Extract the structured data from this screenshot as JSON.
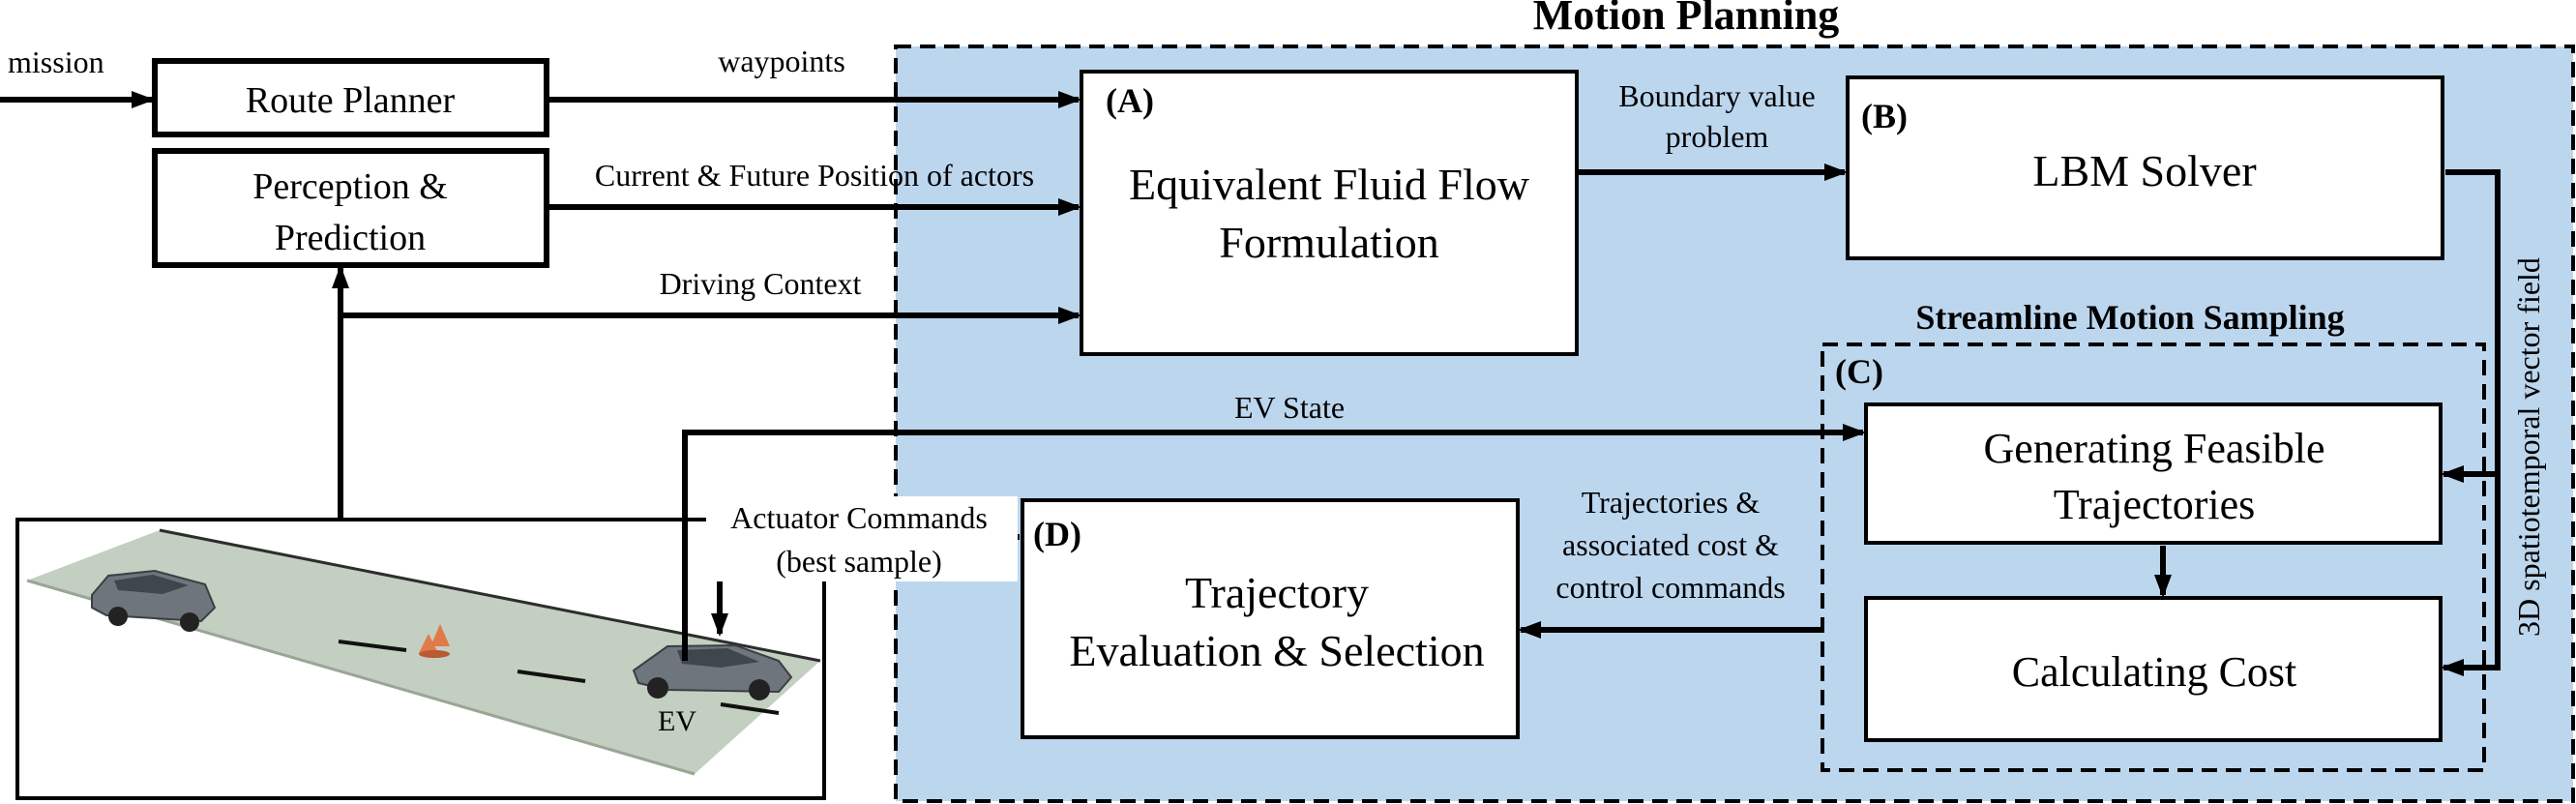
{
  "title": "Motion Planning",
  "subtitle": "Streamline Motion Sampling",
  "colors": {
    "panel_fill": "#bcd6ee",
    "line": "#000000",
    "road": "#c3cfc0",
    "car": "#6f757c",
    "cone": "#e07a4a"
  },
  "inputs": {
    "mission": "mission",
    "waypoints": "waypoints",
    "actors": "Current & Future Position of actors",
    "context": "Driving Context",
    "ev_state": "EV State",
    "actuator_line1": "Actuator Commands",
    "actuator_line2": "(best sample)"
  },
  "boxes": {
    "route_planner": "Route Planner",
    "perception_line1": "Perception &",
    "perception_line2": "Prediction",
    "fluid": {
      "tag": "(A)",
      "line1": "Equivalent Fluid Flow",
      "line2": "Formulation"
    },
    "lbm": {
      "tag": "(B)",
      "label": "LBM Solver"
    },
    "sampling": {
      "tag": "(C)"
    },
    "generating": {
      "line1": "Generating Feasible",
      "line2": "Trajectories"
    },
    "cost": {
      "label": "Calculating Cost"
    },
    "evaluation": {
      "tag": "(D)",
      "line1": "Trajectory",
      "line2": "Evaluation & Selection"
    }
  },
  "edges": {
    "bvp_line1": "Boundary value",
    "bvp_line2": "problem",
    "traj_line1": "Trajectories &",
    "traj_line2": "associated cost &",
    "traj_line3": "control commands",
    "vector_field": "3D spatiotemporal vector field"
  },
  "scene": {
    "ev_label": "EV"
  }
}
